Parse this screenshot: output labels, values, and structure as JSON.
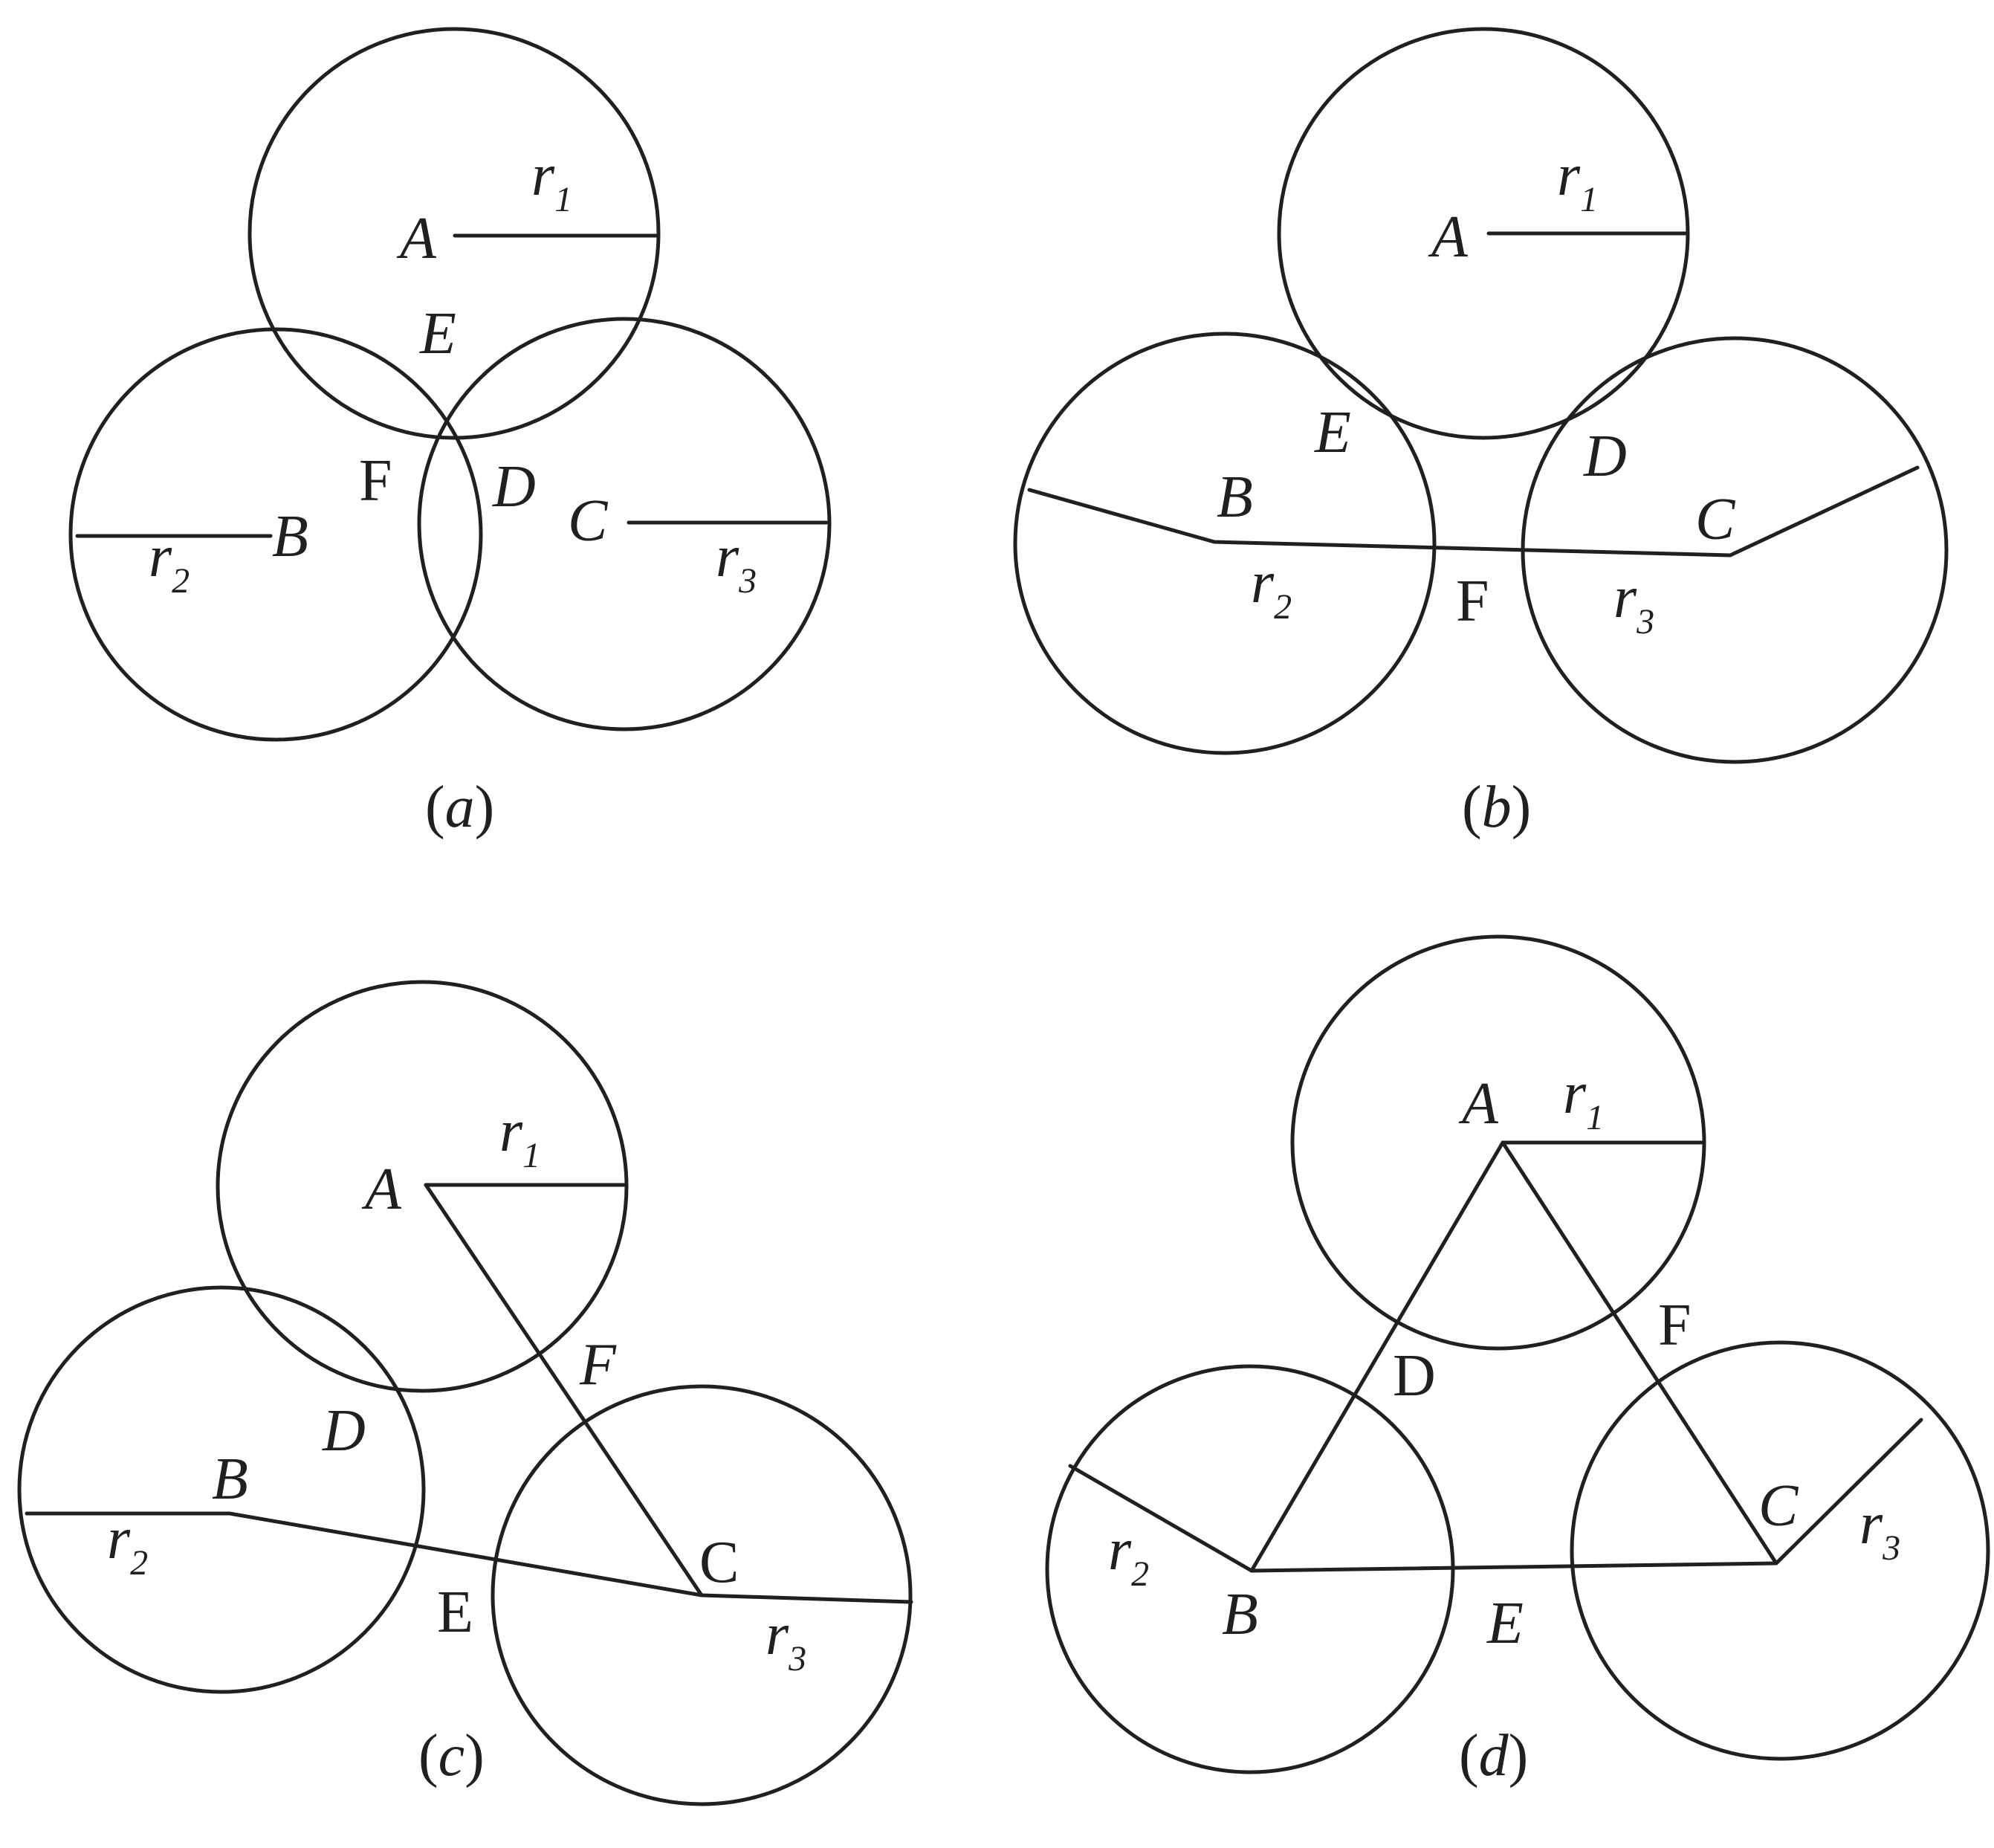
{
  "panels": [
    {
      "id": "a",
      "caption": {
        "open": "(",
        "letter": "a",
        "close": ")"
      },
      "labels": [
        {
          "text": "A",
          "sub": ""
        },
        {
          "text": "r",
          "sub": "1"
        },
        {
          "text": "E",
          "sub": ""
        },
        {
          "text": "F",
          "sub": ""
        },
        {
          "text": "D",
          "sub": ""
        },
        {
          "text": "B",
          "sub": ""
        },
        {
          "text": "C",
          "sub": ""
        },
        {
          "text": "r",
          "sub": "2"
        },
        {
          "text": "r",
          "sub": "3"
        }
      ]
    },
    {
      "id": "b",
      "caption": {
        "open": "(",
        "letter": "b",
        "close": ")"
      },
      "labels": [
        {
          "text": "A",
          "sub": ""
        },
        {
          "text": "r",
          "sub": "1"
        },
        {
          "text": "E",
          "sub": ""
        },
        {
          "text": "D",
          "sub": ""
        },
        {
          "text": "B",
          "sub": ""
        },
        {
          "text": "C",
          "sub": ""
        },
        {
          "text": "r",
          "sub": "2"
        },
        {
          "text": "F",
          "sub": ""
        },
        {
          "text": "r",
          "sub": "3"
        }
      ]
    },
    {
      "id": "c",
      "caption": {
        "open": "(",
        "letter": "c",
        "close": ")"
      },
      "labels": [
        {
          "text": "A",
          "sub": ""
        },
        {
          "text": "r",
          "sub": "1"
        },
        {
          "text": "F",
          "sub": ""
        },
        {
          "text": "D",
          "sub": ""
        },
        {
          "text": "B",
          "sub": ""
        },
        {
          "text": "r",
          "sub": "2"
        },
        {
          "text": "C",
          "sub": ""
        },
        {
          "text": "E",
          "sub": ""
        },
        {
          "text": "r",
          "sub": "3"
        }
      ]
    },
    {
      "id": "d",
      "caption": {
        "open": "(",
        "letter": "d",
        "close": ")"
      },
      "labels": [
        {
          "text": "A",
          "sub": ""
        },
        {
          "text": "r",
          "sub": "1"
        },
        {
          "text": "F",
          "sub": ""
        },
        {
          "text": "D",
          "sub": ""
        },
        {
          "text": "C",
          "sub": ""
        },
        {
          "text": "r",
          "sub": "3"
        },
        {
          "text": "r",
          "sub": "2"
        },
        {
          "text": "B",
          "sub": ""
        },
        {
          "text": "E",
          "sub": ""
        }
      ]
    }
  ]
}
